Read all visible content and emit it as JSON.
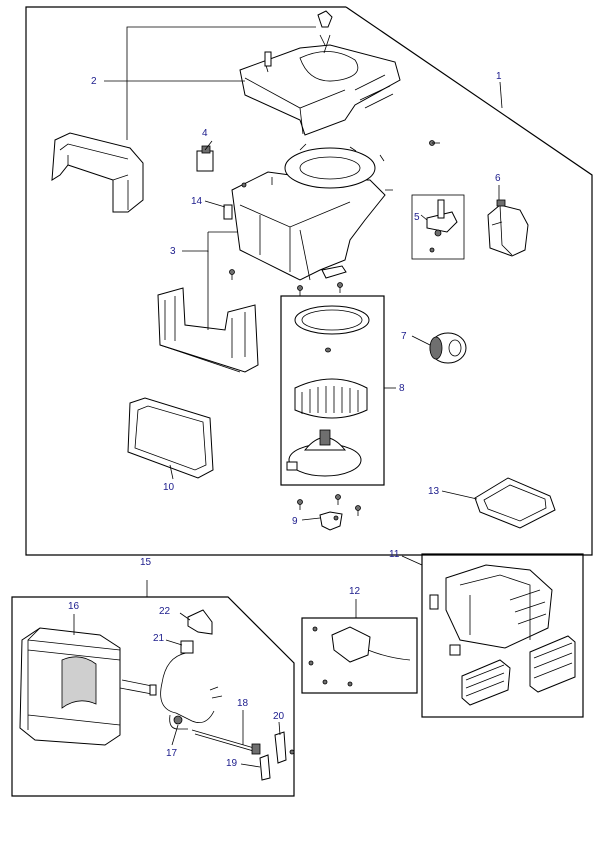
{
  "callouts": {
    "c1": "1",
    "c2": "2",
    "c3": "3",
    "c4": "4",
    "c5": "5",
    "c6": "6",
    "c7": "7",
    "c8": "8",
    "c9": "9",
    "c10": "10",
    "c11": "11",
    "c12": "12",
    "c13": "13",
    "c14": "14",
    "c15": "15",
    "c16": "16",
    "c17": "17",
    "c18": "18",
    "c19": "19",
    "c20": "20",
    "c21": "21",
    "c22": "22"
  },
  "colors": {
    "line": "#000000",
    "callout_text": "#1c1c8c",
    "part_fill": "#ffffff",
    "shade_fill": "#cfcfcf"
  }
}
